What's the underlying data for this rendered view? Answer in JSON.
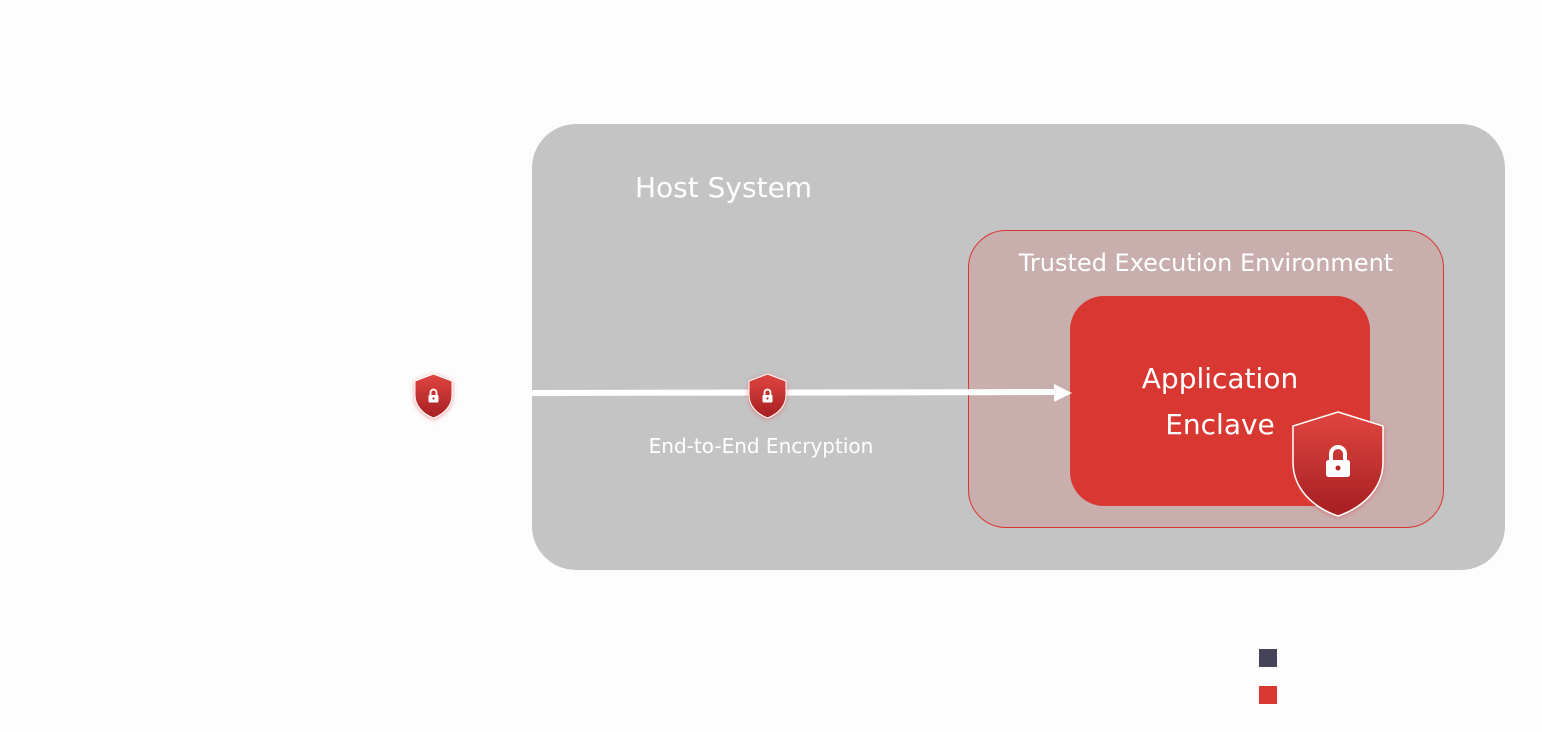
{
  "host": {
    "title": "Host System"
  },
  "tee": {
    "title": "Trusted Execution Environment"
  },
  "enclave": {
    "title_line1": "Application",
    "title_line2": "Enclave"
  },
  "flow": {
    "label": "End-to-End Encryption"
  },
  "icons": {
    "shield": "shield-lock-icon"
  },
  "legend": {
    "swatches": [
      {
        "color": "#44435a"
      },
      {
        "color": "#d93731"
      }
    ]
  },
  "colors": {
    "background": "#fdfdfd",
    "host": "#c4c4c4",
    "accent": "#d93731",
    "arrow": "#ffffff",
    "text": "#ffffff"
  }
}
